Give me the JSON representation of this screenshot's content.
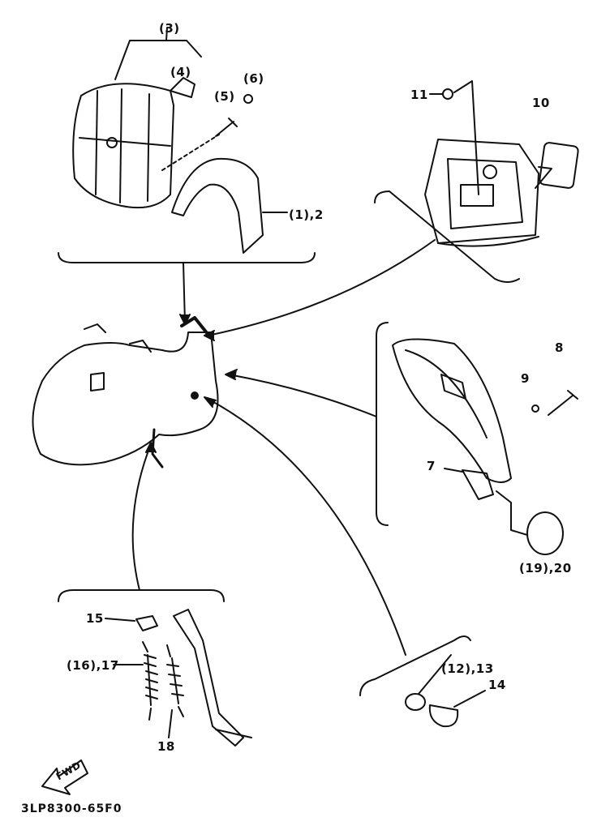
{
  "labels": {
    "p3": "(3)",
    "p4": "(4)",
    "p5": "(5)",
    "p6": "(6)",
    "p1_2": "(1),2",
    "p11": "11",
    "p10": "10",
    "p8": "8",
    "p9": "9",
    "p7": "7",
    "p19_20": "(19),20",
    "p15": "15",
    "p16_17": "(16),17",
    "p18": "18",
    "p12_13": "(12),13",
    "p14": "14"
  },
  "fwd_label": "FWD",
  "diagram_code": "3LP8300-65F0",
  "ink_color": "#111111"
}
